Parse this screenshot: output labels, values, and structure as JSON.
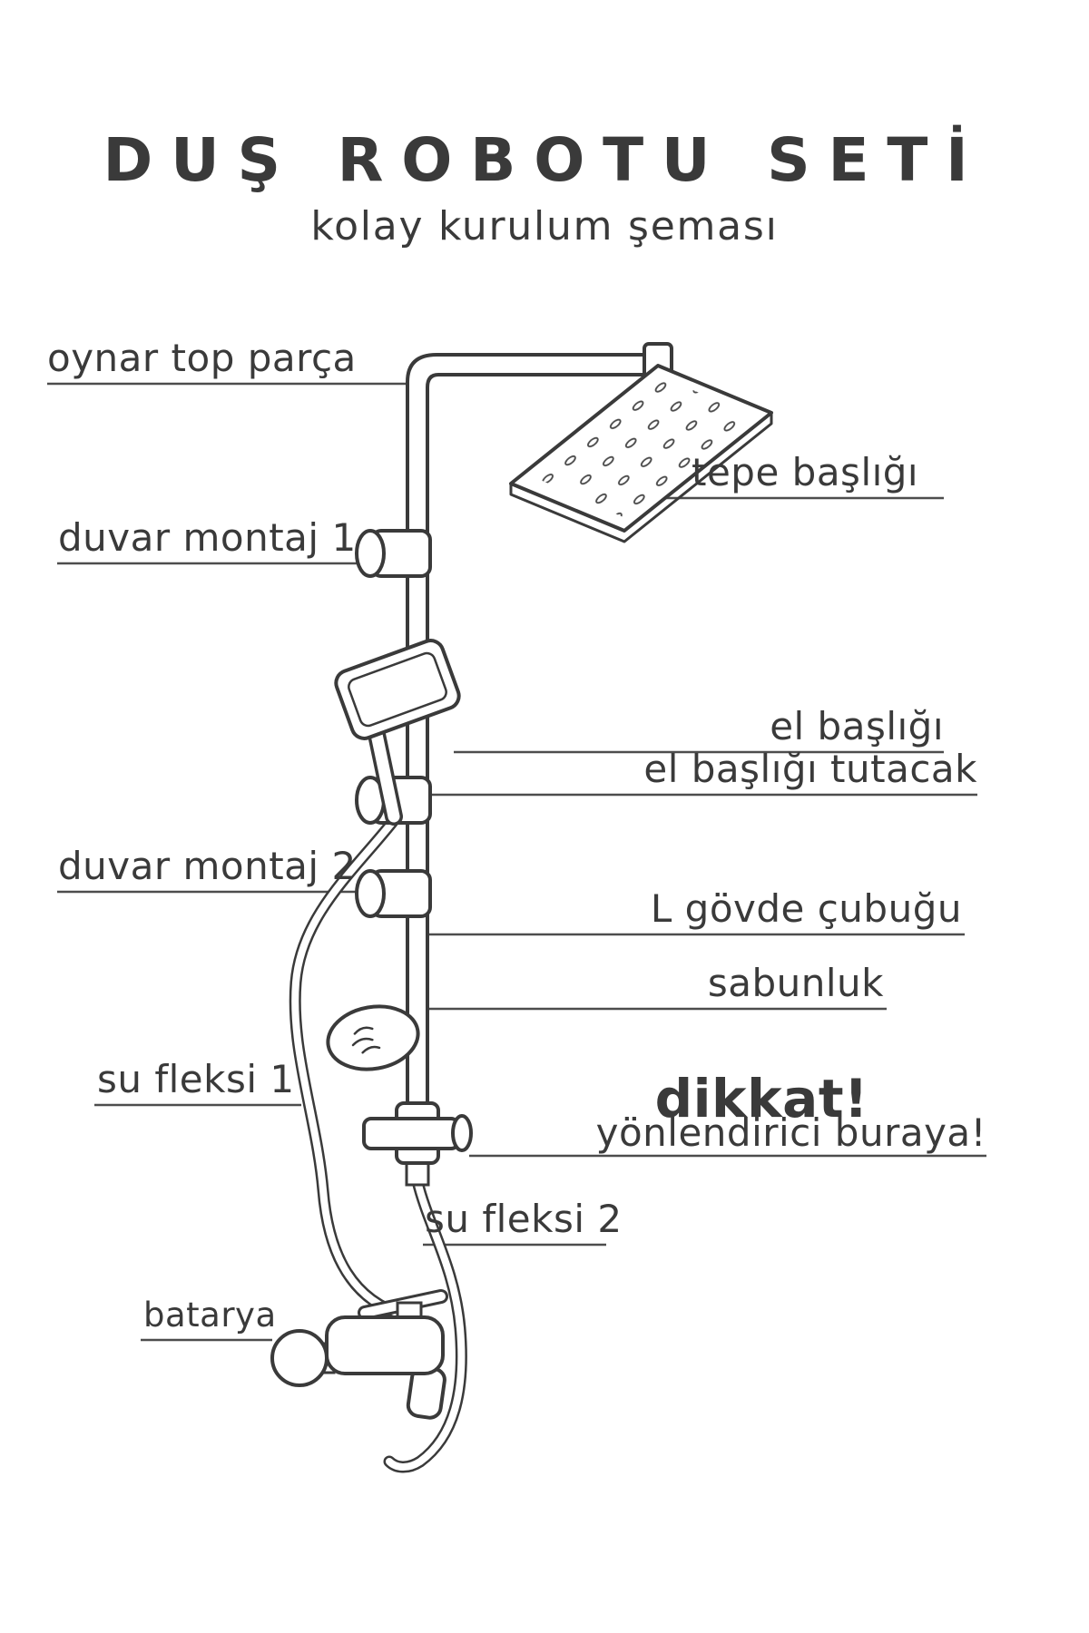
{
  "colors": {
    "bg": "#ffffff",
    "ink": "#3a3a3a"
  },
  "header": {
    "title": "DUŞ ROBOTU SETİ",
    "subtitle": "kolay kurulum şeması"
  },
  "labels": {
    "oynar_top_parca": "oynar top parça",
    "tepe_basligi": "tepe başlığı",
    "duvar_montaj_1": "duvar montaj 1",
    "el_basligi": "el başlığı",
    "el_basligi_tutacak": "el başlığı tutacak",
    "duvar_montaj_2": "duvar montaj 2",
    "l_govde_cubugu": "L gövde çubuğu",
    "sabunluk": "sabunluk",
    "su_fleksi_1": "su fleksi 1",
    "dikkat": "dikkat!",
    "yonlendirici_buraya": "yönlendirici buraya!",
    "su_fleksi_2": "su fleksi 2",
    "batarya": "batarya"
  }
}
